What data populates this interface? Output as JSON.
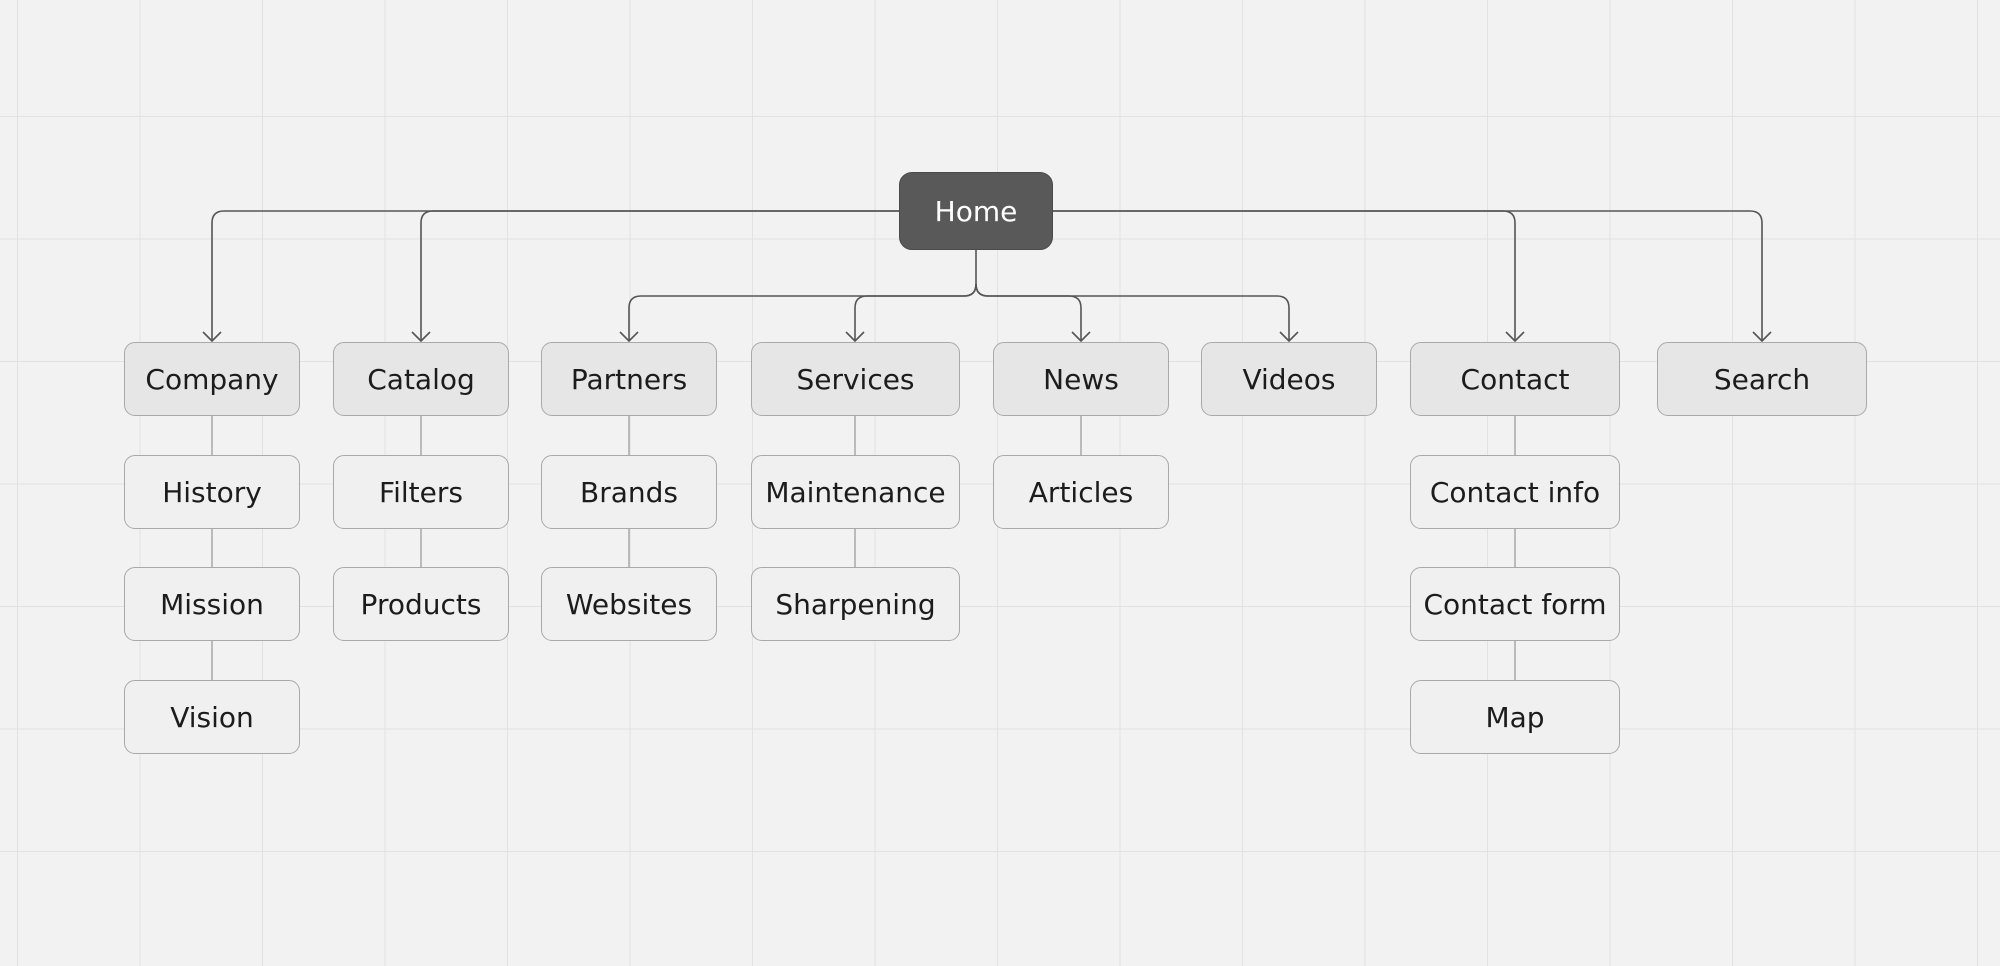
{
  "colors": {
    "background": "#f2f2f2",
    "root_fill": "#595959",
    "section_fill": "#e6e6e6",
    "page_fill": "#f0f0f0",
    "connector": "#555555"
  },
  "root": {
    "id": "home",
    "label": "Home"
  },
  "sections": [
    {
      "id": "company",
      "label": "Company",
      "children": [
        {
          "id": "history",
          "label": "History"
        },
        {
          "id": "mission",
          "label": "Mission"
        },
        {
          "id": "vision",
          "label": "Vision"
        }
      ]
    },
    {
      "id": "catalog",
      "label": "Catalog",
      "children": [
        {
          "id": "filters",
          "label": "Filters"
        },
        {
          "id": "products",
          "label": "Products"
        }
      ]
    },
    {
      "id": "partners",
      "label": "Partners",
      "children": [
        {
          "id": "brands",
          "label": "Brands"
        },
        {
          "id": "websites",
          "label": "Websites"
        }
      ]
    },
    {
      "id": "services",
      "label": "Services",
      "children": [
        {
          "id": "maintenance",
          "label": "Maintenance"
        },
        {
          "id": "sharpening",
          "label": "Sharpening"
        }
      ]
    },
    {
      "id": "news",
      "label": "News",
      "children": [
        {
          "id": "articles",
          "label": "Articles"
        }
      ]
    },
    {
      "id": "videos",
      "label": "Videos",
      "children": []
    },
    {
      "id": "contact",
      "label": "Contact",
      "children": [
        {
          "id": "contact-info",
          "label": "Contact info"
        },
        {
          "id": "contact-form",
          "label": "Contact form"
        },
        {
          "id": "map",
          "label": "Map"
        }
      ]
    },
    {
      "id": "search",
      "label": "Search",
      "children": []
    }
  ]
}
